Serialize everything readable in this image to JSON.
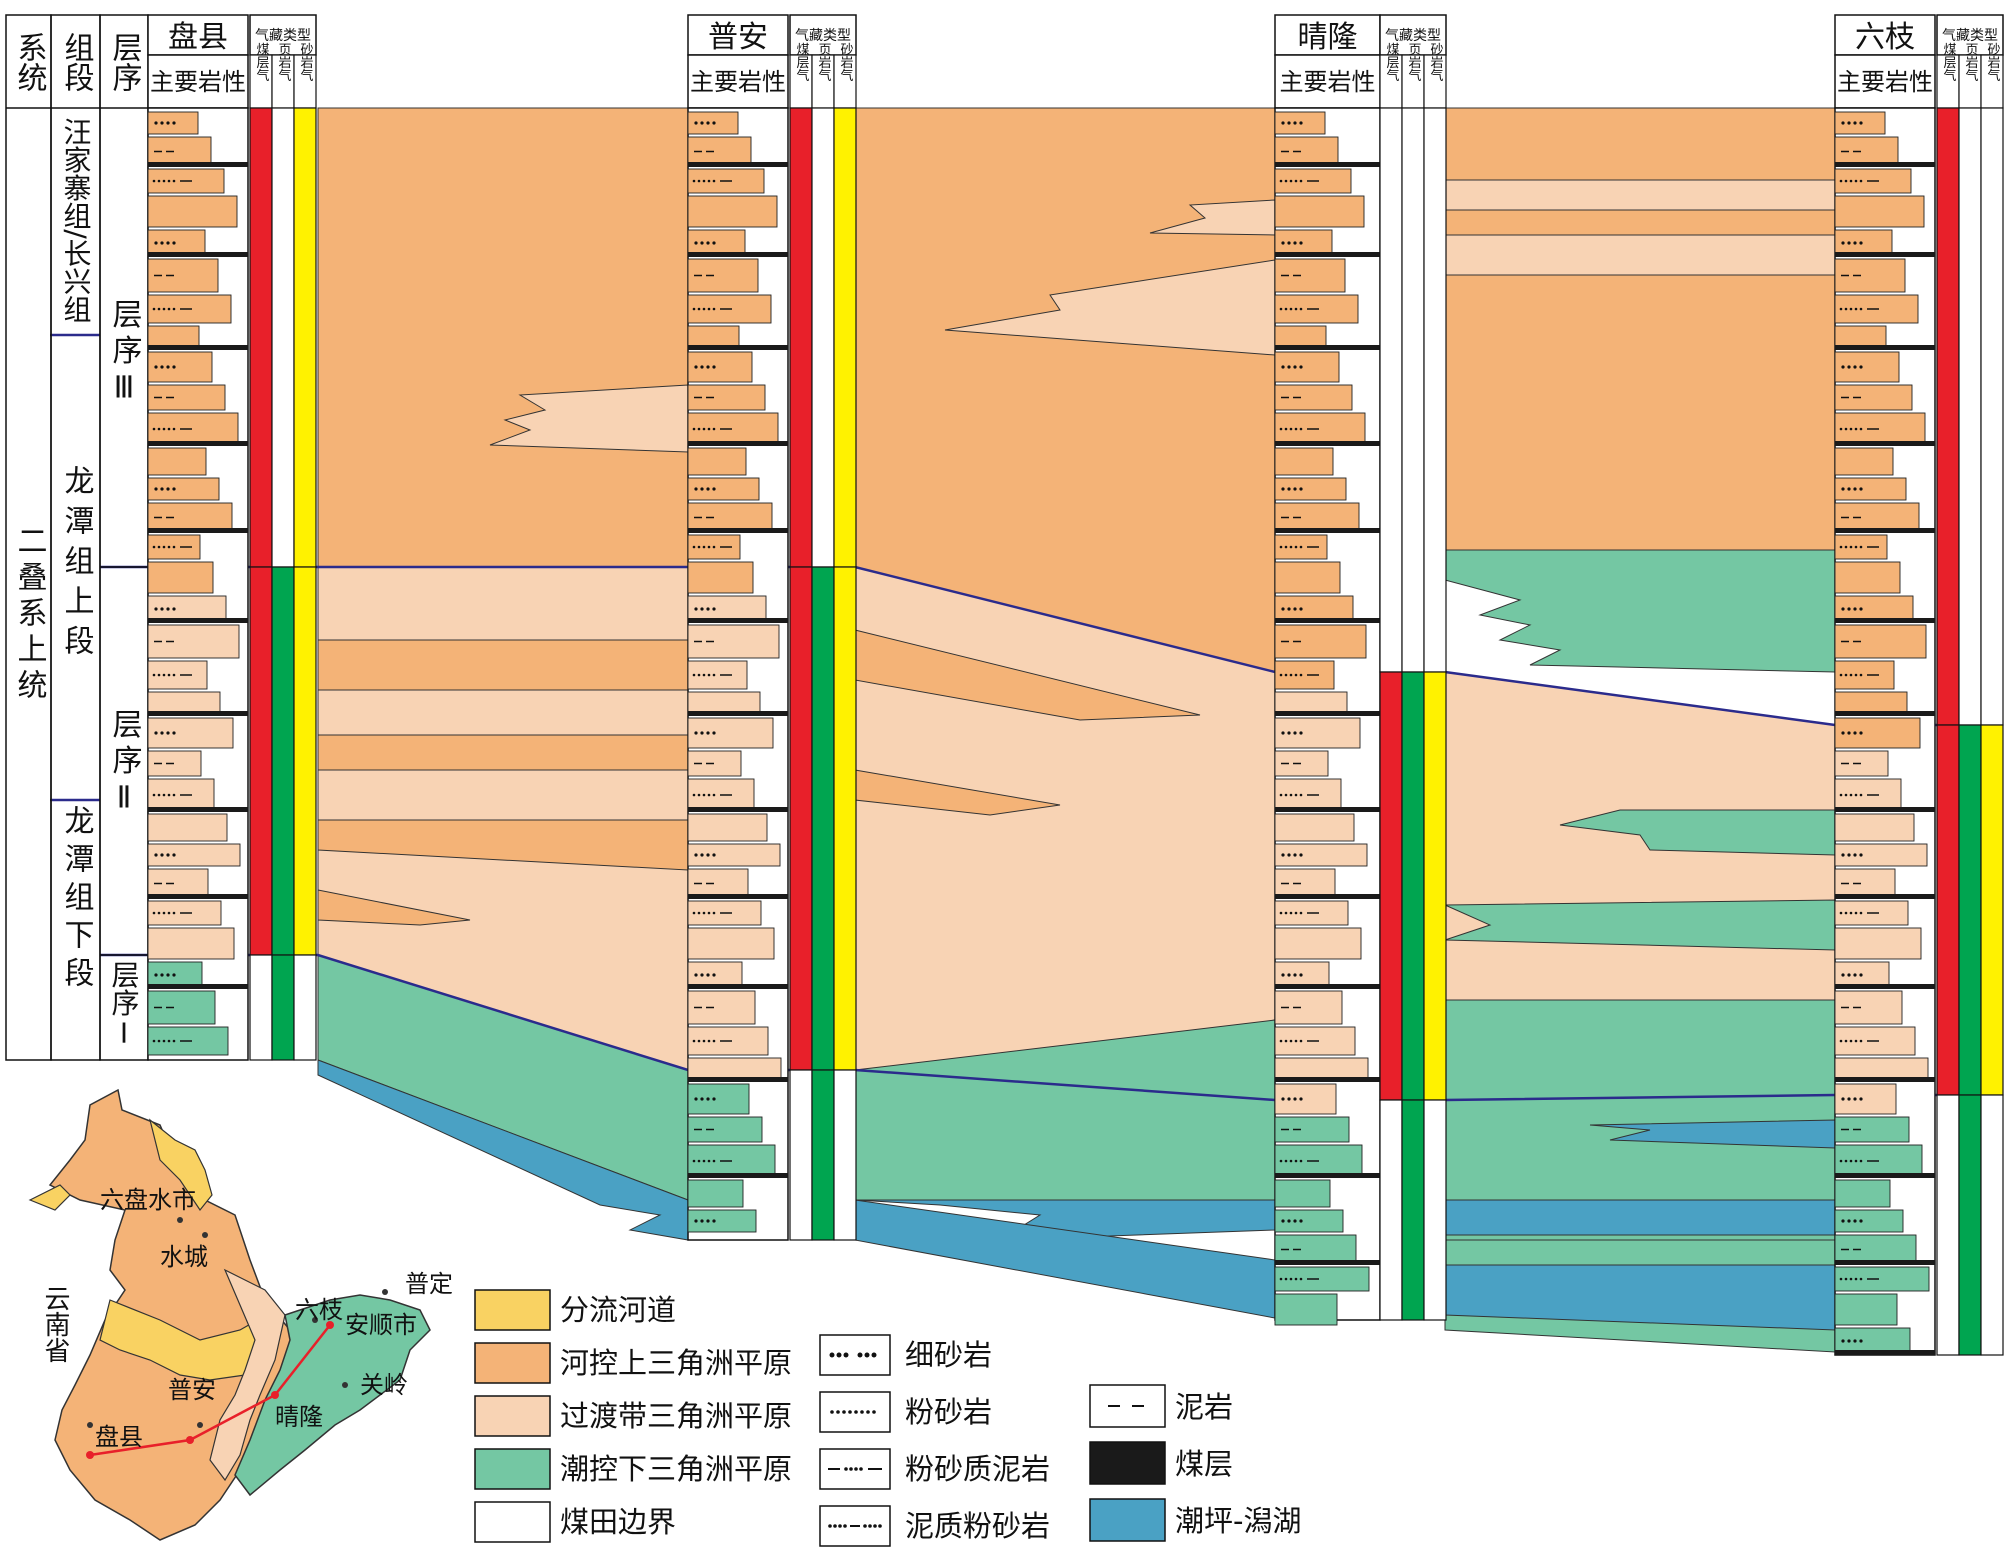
{
  "header": {
    "system": "系统",
    "group_section": "组段",
    "sequence": "层序",
    "gas_type": "气藏类型",
    "main_lithology": "主要岩性",
    "main_lithology_liuzhi": "主要岩性",
    "gas_coalbed": "煤层气",
    "gas_shale": "页岩气",
    "gas_sandstone": "砂岩气"
  },
  "wells": [
    {
      "name": "盘县"
    },
    {
      "name": "普安"
    },
    {
      "name": "晴隆"
    },
    {
      "name": "六枝"
    }
  ],
  "stratigraphy": {
    "system_name": "二叠系上统",
    "formation_upper": "汪家寨组/长兴组",
    "formation_middle": "龙潭组上段",
    "formation_lower": "龙潭组下段",
    "sequence_3": "层序Ⅲ",
    "sequence_2": "层序Ⅱ",
    "sequence_1": "层序Ⅰ"
  },
  "facies_legend": [
    {
      "label": "分流河道",
      "color": "#f9d262"
    },
    {
      "label": "河控上三角洲平原",
      "color": "#f4b377"
    },
    {
      "label": "过渡带三角洲平原",
      "color": "#f8d3b4"
    },
    {
      "label": "潮控下三角洲平原",
      "color": "#74c7a3"
    },
    {
      "label": "煤田边界",
      "color": "#ffffff"
    }
  ],
  "lithology_legend": [
    {
      "label": "细砂岩",
      "pattern": "fine-sandstone"
    },
    {
      "label": "粉砂岩",
      "pattern": "siltstone"
    },
    {
      "label": "粉砂质泥岩",
      "pattern": "silty-mudstone"
    },
    {
      "label": "泥质粉砂岩",
      "pattern": "muddy-siltstone"
    }
  ],
  "other_legend": [
    {
      "label": "泥岩",
      "color": "#ffffff"
    },
    {
      "label": "煤层",
      "color": "#1a1a1a"
    },
    {
      "label": "潮坪-潟湖",
      "color": "#4aa1c4"
    }
  ],
  "map": {
    "province": "云南省",
    "places": [
      "六盘水市",
      "水城",
      "六枝",
      "安顺市",
      "普定",
      "关岭",
      "普安",
      "晴隆",
      "盘县"
    ]
  },
  "colors": {
    "gas_coalbed": "#e8202a",
    "gas_shale": "#00a550",
    "gas_sandstone": "#fff200",
    "sequence_line": "#2b2b8c",
    "tidal_flat": "#4aa1c4"
  }
}
